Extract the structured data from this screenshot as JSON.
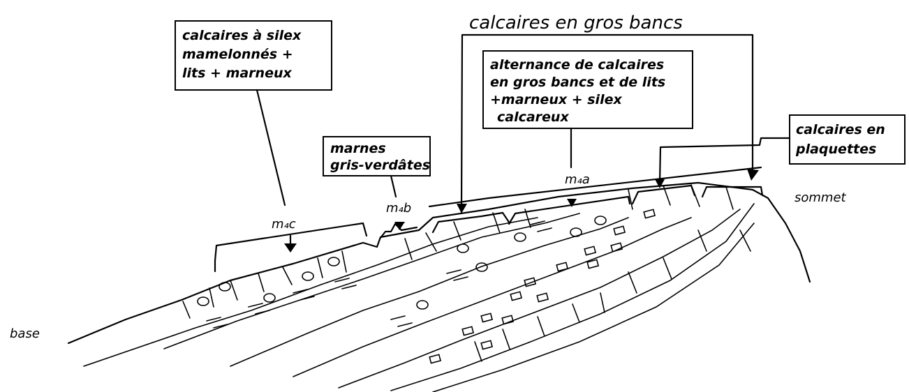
{
  "title": "calcaires en gros bancs",
  "boxes": {
    "silex": [
      "calcaires à silex",
      "mamelonnés  +",
      "lits + marneux"
    ],
    "marnes": [
      "marnes",
      "gris-verdâtes"
    ],
    "alternance": [
      "alternance de calcaires",
      "en gros bancs et de lits",
      "+marneux + silex",
      "calcareux"
    ],
    "plaquettes": [
      "calcaires en",
      "plaquettes"
    ]
  },
  "labels": {
    "m4c": "m₄c",
    "m4b": "m₄b",
    "m4a": "m₄a",
    "sommet": "sommet",
    "base": "base"
  }
}
